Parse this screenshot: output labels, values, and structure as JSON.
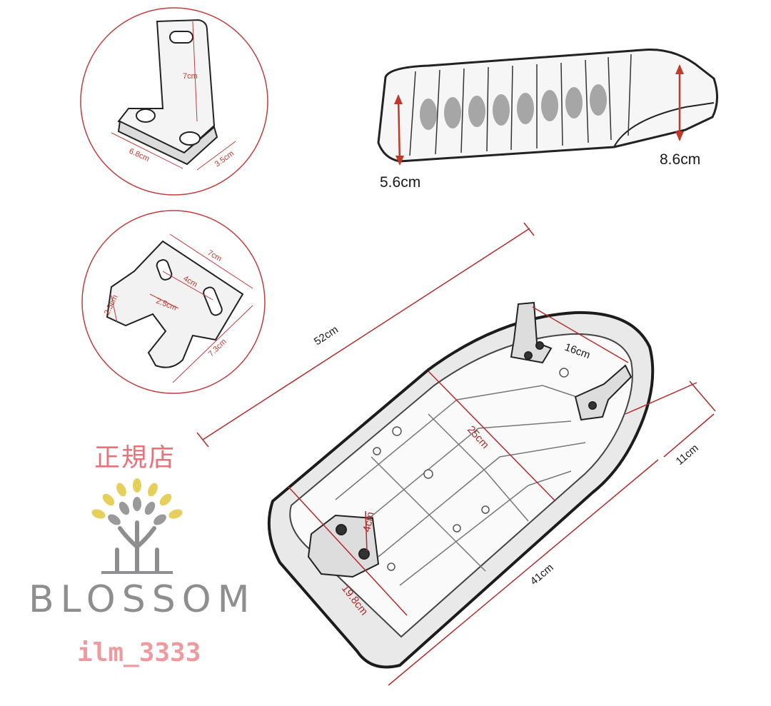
{
  "detail_bracket_1": {
    "labels": {
      "height": "7cm",
      "width": "6.8cm",
      "depth": "3.5cm"
    }
  },
  "seat_side": {
    "labels": {
      "front_height": "5.6cm",
      "rear_height": "8.6cm"
    }
  },
  "detail_bracket_2": {
    "labels": {
      "width": "7cm",
      "slot_spacing": "4cm",
      "notch_width": "2.5cm",
      "small": "2.5cm",
      "depth": "7.3cm"
    }
  },
  "seat_bottom": {
    "labels": {
      "length": "52cm",
      "rear_width": "16cm",
      "mid_width": "25cm",
      "side_height": "11cm",
      "base_length": "41cm",
      "front_width": "19.8cm",
      "hole_spacing": "4cm"
    }
  },
  "brand": {
    "shop_label": "正規店",
    "logo_text": "BLOSSOM",
    "handle": "ilm_3333",
    "colors": {
      "accent": "#e8727a",
      "logo_gray": "#8e8e90",
      "leaf_yellow": "#e6cf5a",
      "dimension_red": "#c0392b"
    }
  }
}
